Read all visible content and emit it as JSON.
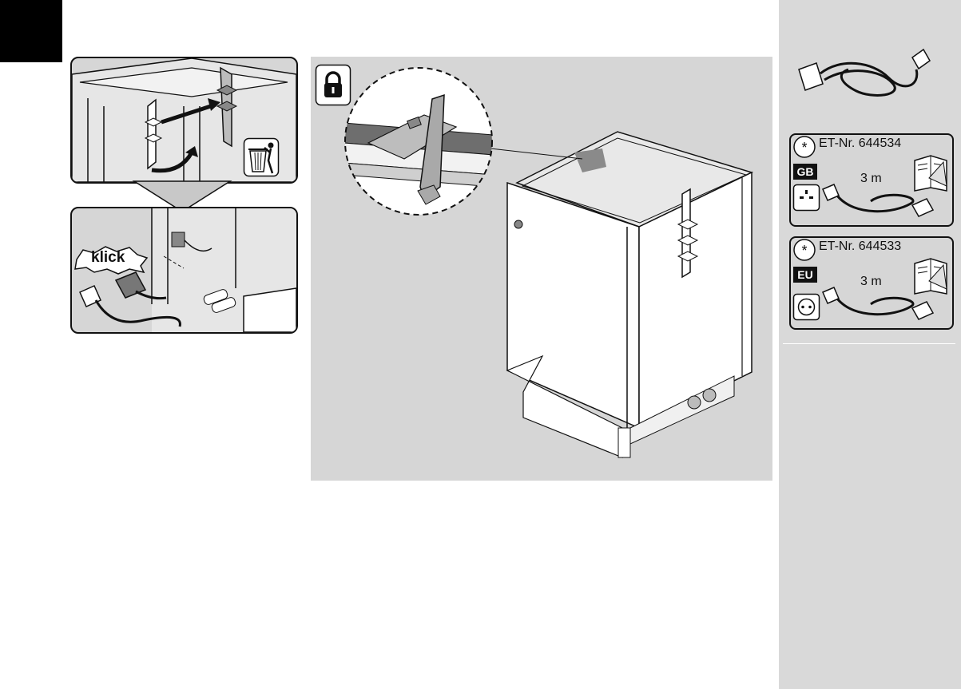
{
  "colors": {
    "panel_gray": "#d6d6d6",
    "sidebar_gray": "#d9d9d9",
    "ink": "#111111",
    "accent": "#f2d300"
  },
  "step_top": {
    "icons": [
      "clip-icon",
      "recycle-bin-icon"
    ]
  },
  "step_bottom": {
    "klick_label": "klick",
    "icons": [
      "power-plug-icon",
      "appliance-connector-icon"
    ]
  },
  "main": {
    "icons": [
      "lock-icon",
      "mounting-bracket-detail",
      "dishwasher-illustration"
    ]
  },
  "sidebar": {
    "cards": [
      {
        "part_number": "ET-Nr. 644534",
        "region": "GB",
        "length": "3 m",
        "icons": [
          "uk-socket-icon",
          "uk-plug-cable-icon",
          "manual-icon"
        ]
      },
      {
        "part_number": "ET-Nr. 644533",
        "region": "EU",
        "length": "3 m",
        "icons": [
          "schuko-socket-icon",
          "eu-plug-cable-icon",
          "manual-icon"
        ]
      }
    ]
  }
}
